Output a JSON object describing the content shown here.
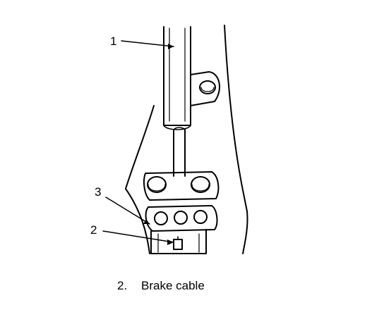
{
  "callouts": {
    "c1": "1",
    "c2": "2",
    "c3": "3"
  },
  "caption": {
    "number": "2.",
    "text": "Brake cable"
  },
  "colors": {
    "ink": "#000000",
    "paper": "#ffffff"
  }
}
